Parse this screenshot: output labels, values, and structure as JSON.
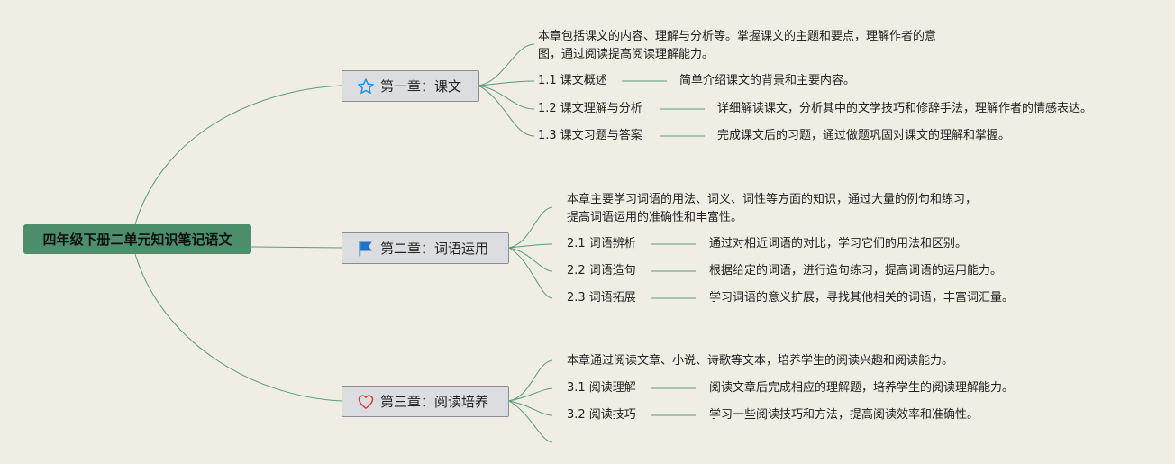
{
  "root": {
    "title": "四年级下册二单元知识笔记语文"
  },
  "chapters": [
    {
      "title": "第一章：课文",
      "icon": "star-outline-icon",
      "icon_color": "#2b8fe0",
      "intro": [
        "本章包括课文的内容、理解与分析等。掌握课文的主题和要点，理解作者的意",
        "图，通过阅读提高阅读理解能力。"
      ],
      "items": [
        {
          "label": "1.1 课文概述",
          "desc": "简单介绍课文的背景和主要内容。"
        },
        {
          "label": "1.2 课文理解与分析",
          "desc": "详细解读课文，分析其中的文学技巧和修辞手法，理解作者的情感表达。"
        },
        {
          "label": "1.3 课文习题与答案",
          "desc": "完成课文后的习题，通过做题巩固对课文的理解和掌握。"
        }
      ]
    },
    {
      "title": "第二章：词语运用",
      "icon": "flag-icon",
      "icon_color": "#1f74d0",
      "intro": [
        "本章主要学习词语的用法、词义、词性等方面的知识，通过大量的例句和练习，",
        "提高词语运用的准确性和丰富性。"
      ],
      "items": [
        {
          "label": "2.1 词语辨析",
          "desc": "通过对相近词语的对比，学习它们的用法和区别。"
        },
        {
          "label": "2.2 词语造句",
          "desc": "根据给定的词语，进行造句练习，提高词语的运用能力。"
        },
        {
          "label": "2.3 词语拓展",
          "desc": "学习词语的意义扩展，寻找其他相关的词语，丰富词汇量。"
        }
      ]
    },
    {
      "title": "第三章：阅读培养",
      "icon": "heart-outline-icon",
      "icon_color": "#d63c3c",
      "intro": [
        "本章通过阅读文章、小说、诗歌等文本，培养学生的阅读兴趣和阅读能力。"
      ],
      "items": [
        {
          "label": "3.1 阅读理解",
          "desc": "阅读文章后完成相应的理解题，培养学生的阅读理解能力。"
        },
        {
          "label": "3.2 阅读技巧",
          "desc": "学习一些阅读技巧和方法，提高阅读效率和准确性。"
        }
      ]
    }
  ]
}
